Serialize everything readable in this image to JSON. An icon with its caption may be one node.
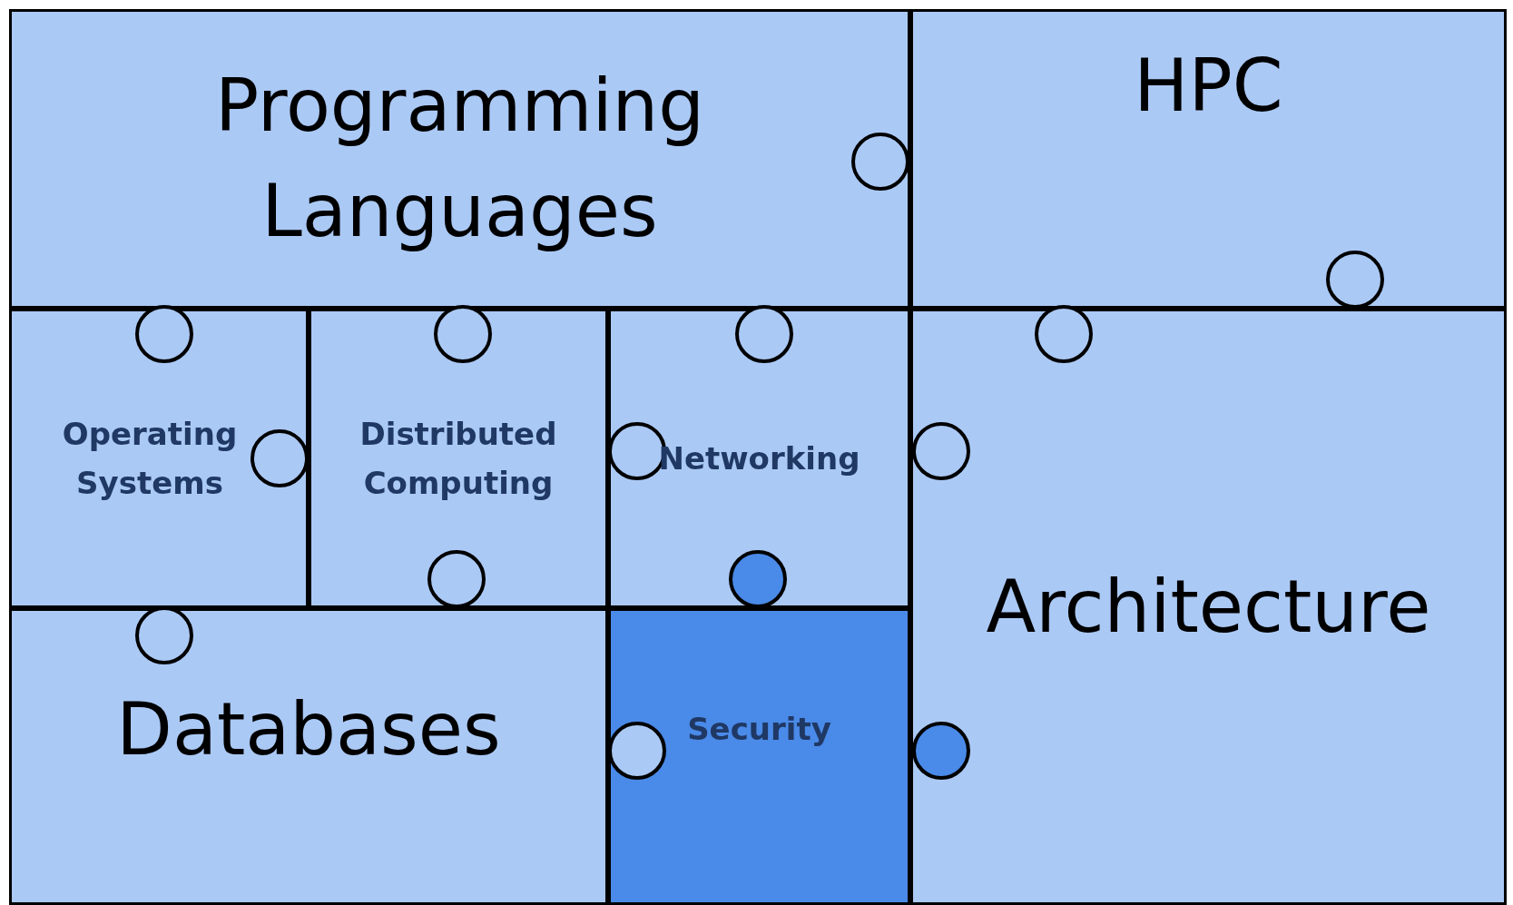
{
  "diagram": {
    "nodes": [
      {
        "text": [
          "Programming Languages"
        ]
      },
      {
        "text": [
          "HPC"
        ]
      },
      {
        "text": [
          "Operating Systems"
        ]
      },
      {
        "text": [
          "Distributed Computing"
        ]
      },
      {
        "text": [
          "Networking"
        ]
      },
      {
        "text": [
          "Architecture"
        ]
      },
      {
        "text": [
          "Databases"
        ]
      },
      {
        "text": [
          "Security"
        ]
      }
    ]
  }
}
